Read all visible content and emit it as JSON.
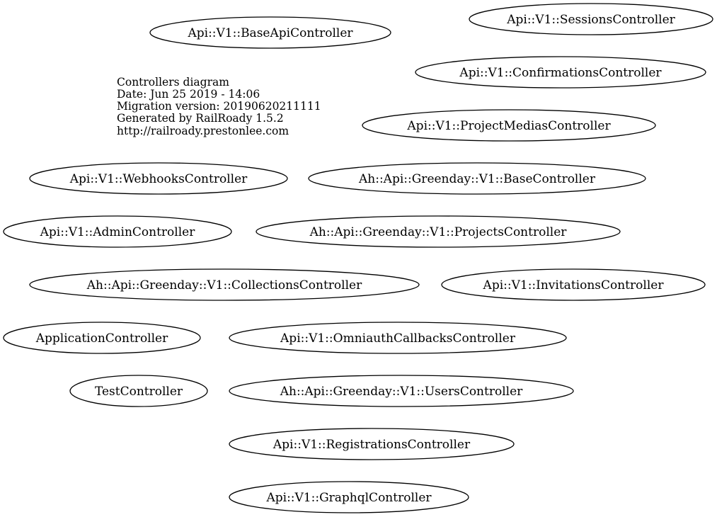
{
  "legend": {
    "lines": [
      "Controllers diagram",
      "Date: Jun 25 2019 - 14:06",
      "Migration version: 20190620211111",
      "Generated by RailRoady 1.5.2",
      "http://railroady.prestonlee.com"
    ]
  },
  "nodes": [
    {
      "label": "Api::V1::BaseApiController"
    },
    {
      "label": "Api::V1::SessionsController"
    },
    {
      "label": "Api::V1::ConfirmationsController"
    },
    {
      "label": "Api::V1::ProjectMediasController"
    },
    {
      "label": "Api::V1::WebhooksController"
    },
    {
      "label": "Ah::Api::Greenday::V1::BaseController"
    },
    {
      "label": "Api::V1::AdminController"
    },
    {
      "label": "Ah::Api::Greenday::V1::ProjectsController"
    },
    {
      "label": "Ah::Api::Greenday::V1::CollectionsController"
    },
    {
      "label": "Api::V1::InvitationsController"
    },
    {
      "label": "ApplicationController"
    },
    {
      "label": "Api::V1::OmniauthCallbacksController"
    },
    {
      "label": "TestController"
    },
    {
      "label": "Ah::Api::Greenday::V1::UsersController"
    },
    {
      "label": "Api::V1::RegistrationsController"
    },
    {
      "label": "Api::V1::GraphqlController"
    }
  ]
}
